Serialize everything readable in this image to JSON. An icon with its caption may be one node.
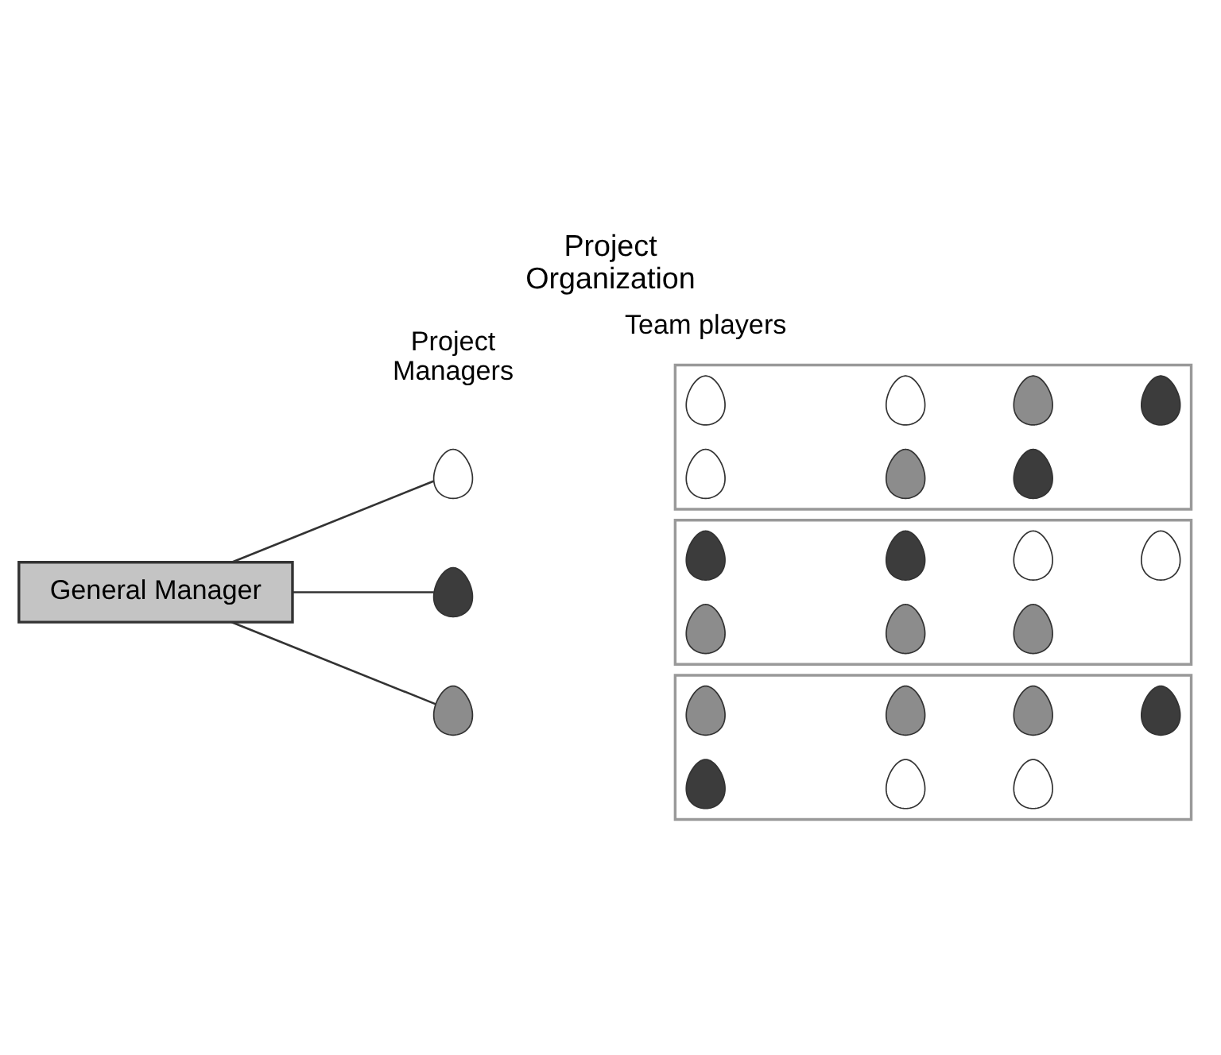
{
  "diagram": {
    "title": "Project Organization",
    "nodes": [
      {
        "text": [
          "General Manager"
        ]
      },
      {
        "text": [],
        "shape": "person"
      },
      {
        "text": [],
        "shape": "box"
      },
      {
        "text": [],
        "shape": "person",
        "in": 2
      },
      {
        "text": [],
        "shape": "person",
        "in": 2
      },
      {
        "text": [],
        "shape": "person",
        "in": 2
      },
      {
        "text": [],
        "shape": "person",
        "in": 2
      },
      {
        "text": [],
        "shape": "person",
        "in": 2
      },
      {
        "text": [],
        "shape": "person",
        "in": 2
      },
      {
        "text": [],
        "shape": "person",
        "in": 2
      },
      {
        "text": [],
        "shape": "person"
      },
      {
        "text": [],
        "shape": "box"
      },
      {
        "text": [],
        "shape": "person",
        "in": 11
      },
      {
        "text": [],
        "shape": "person",
        "in": 11
      },
      {
        "text": [],
        "shape": "person",
        "in": 11
      },
      {
        "text": [],
        "shape": "person",
        "in": 11
      },
      {
        "text": [],
        "shape": "person",
        "in": 11
      },
      {
        "text": [],
        "shape": "person",
        "in": 11
      },
      {
        "text": [],
        "shape": "person",
        "in": 11
      },
      {
        "text": [],
        "shape": "person"
      },
      {
        "text": [],
        "shape": "box"
      },
      {
        "text": [],
        "shape": "person",
        "in": 20
      },
      {
        "text": [],
        "shape": "person",
        "in": 20
      },
      {
        "text": [],
        "shape": "person",
        "in": 20
      },
      {
        "text": [],
        "shape": "person",
        "in": 20
      },
      {
        "text": [],
        "shape": "person",
        "in": 20
      },
      {
        "text": [],
        "shape": "person",
        "in": 20
      },
      {
        "text": [],
        "shape": "person",
        "in": 20
      }
    ],
    "edges": [
      {
        "from": 0,
        "to": 1,
        "arrow": "none"
      },
      {
        "from": 0,
        "to": 10,
        "arrow": "none"
      },
      {
        "from": 0,
        "to": 19,
        "arrow": "none"
      }
    ],
    "labels": [
      "Team players",
      "Project Managers"
    ]
  }
}
